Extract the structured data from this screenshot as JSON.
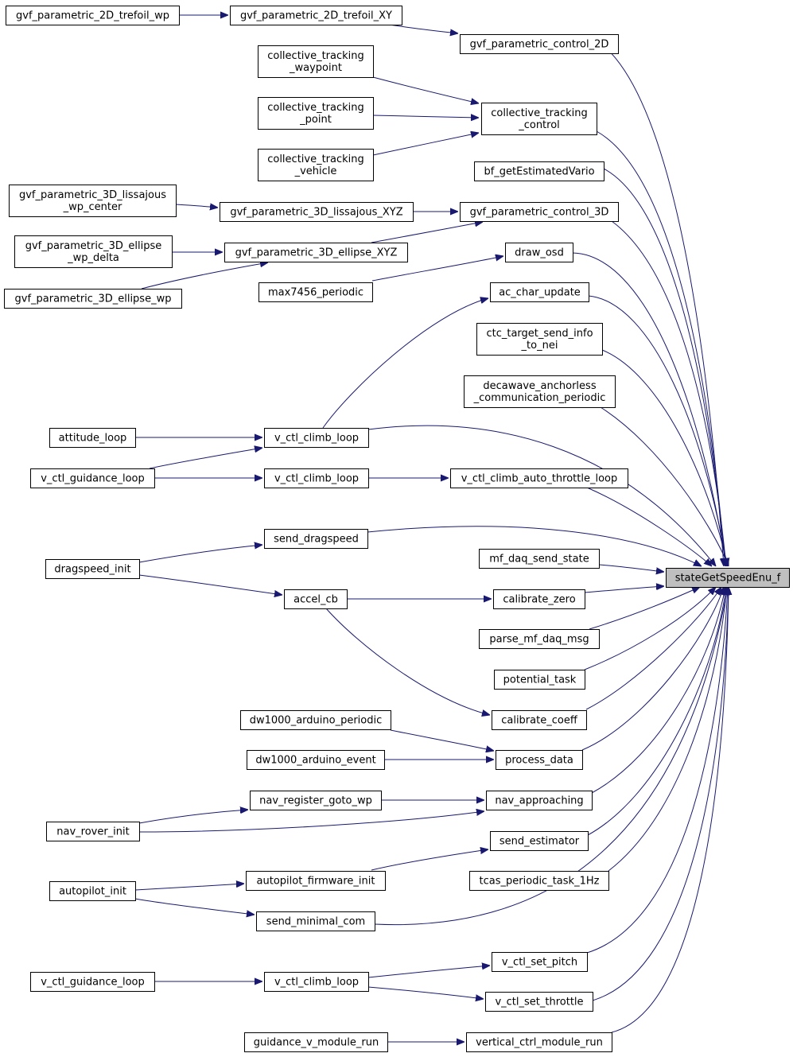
{
  "diagram": {
    "type": "call-graph",
    "edge_color": "#191970",
    "target_fill": "#bfbfbf",
    "nodes": [
      {
        "id": "n1",
        "lines": [
          "gvf_parametric_2D_trefoil_wp"
        ]
      },
      {
        "id": "n2",
        "lines": [
          "gvf_parametric_2D_trefoil_XY"
        ]
      },
      {
        "id": "n3",
        "lines": [
          "gvf_parametric_control_2D"
        ]
      },
      {
        "id": "n4",
        "lines": [
          "collective_tracking",
          "_waypoint"
        ]
      },
      {
        "id": "n5",
        "lines": [
          "collective_tracking",
          "_point"
        ]
      },
      {
        "id": "n6",
        "lines": [
          "collective_tracking",
          "_vehicle"
        ]
      },
      {
        "id": "n7",
        "lines": [
          "collective_tracking",
          "_control"
        ]
      },
      {
        "id": "n8",
        "lines": [
          "bf_getEstimatedVario"
        ]
      },
      {
        "id": "n9",
        "lines": [
          "gvf_parametric_3D_lissajous",
          "_wp_center"
        ]
      },
      {
        "id": "n10",
        "lines": [
          "gvf_parametric_3D_lissajous_XYZ"
        ]
      },
      {
        "id": "n11",
        "lines": [
          "gvf_parametric_control_3D"
        ]
      },
      {
        "id": "n12",
        "lines": [
          "gvf_parametric_3D_ellipse",
          "_wp_delta"
        ]
      },
      {
        "id": "n13",
        "lines": [
          "gvf_parametric_3D_ellipse_XYZ"
        ]
      },
      {
        "id": "n14",
        "lines": [
          "gvf_parametric_3D_ellipse_wp"
        ]
      },
      {
        "id": "n15",
        "lines": [
          "draw_osd"
        ]
      },
      {
        "id": "n16",
        "lines": [
          "max7456_periodic"
        ]
      },
      {
        "id": "n17",
        "lines": [
          "ac_char_update"
        ]
      },
      {
        "id": "n18",
        "lines": [
          "ctc_target_send_info",
          "_to_nei"
        ]
      },
      {
        "id": "n19",
        "lines": [
          "decawave_anchorless",
          "_communication_periodic"
        ]
      },
      {
        "id": "n20",
        "lines": [
          "attitude_loop"
        ]
      },
      {
        "id": "n21",
        "lines": [
          "v_ctl_climb_loop"
        ]
      },
      {
        "id": "n22",
        "lines": [
          "v_ctl_guidance_loop"
        ]
      },
      {
        "id": "n23",
        "lines": [
          "v_ctl_climb_loop"
        ]
      },
      {
        "id": "n24",
        "lines": [
          "v_ctl_climb_auto_throttle_loop"
        ]
      },
      {
        "id": "n25",
        "lines": [
          "send_dragspeed"
        ]
      },
      {
        "id": "n26",
        "lines": [
          "dragspeed_init"
        ]
      },
      {
        "id": "n27",
        "lines": [
          "mf_daq_send_state"
        ]
      },
      {
        "id": "n28",
        "lines": [
          "stateGetSpeedEnu_f"
        ]
      },
      {
        "id": "n29",
        "lines": [
          "accel_cb"
        ]
      },
      {
        "id": "n30",
        "lines": [
          "calibrate_zero"
        ]
      },
      {
        "id": "n31",
        "lines": [
          "parse_mf_daq_msg"
        ]
      },
      {
        "id": "n32",
        "lines": [
          "potential_task"
        ]
      },
      {
        "id": "n33",
        "lines": [
          "dw1000_arduino_periodic"
        ]
      },
      {
        "id": "n34",
        "lines": [
          "calibrate_coeff"
        ]
      },
      {
        "id": "n35",
        "lines": [
          "dw1000_arduino_event"
        ]
      },
      {
        "id": "n36",
        "lines": [
          "process_data"
        ]
      },
      {
        "id": "n37",
        "lines": [
          "nav_register_goto_wp"
        ]
      },
      {
        "id": "n38",
        "lines": [
          "nav_approaching"
        ]
      },
      {
        "id": "n39",
        "lines": [
          "nav_rover_init"
        ]
      },
      {
        "id": "n40",
        "lines": [
          "send_estimator"
        ]
      },
      {
        "id": "n41",
        "lines": [
          "autopilot_firmware_init"
        ]
      },
      {
        "id": "n42",
        "lines": [
          "tcas_periodic_task_1Hz"
        ]
      },
      {
        "id": "n43",
        "lines": [
          "autopilot_init"
        ]
      },
      {
        "id": "n44",
        "lines": [
          "send_minimal_com"
        ]
      },
      {
        "id": "n45",
        "lines": [
          "v_ctl_set_pitch"
        ]
      },
      {
        "id": "n46",
        "lines": [
          "v_ctl_guidance_loop"
        ]
      },
      {
        "id": "n47",
        "lines": [
          "v_ctl_climb_loop"
        ]
      },
      {
        "id": "n48",
        "lines": [
          "v_ctl_set_throttle"
        ]
      },
      {
        "id": "n49",
        "lines": [
          "guidance_v_module_run"
        ]
      },
      {
        "id": "n50",
        "lines": [
          "vertical_ctrl_module_run"
        ]
      }
    ]
  }
}
